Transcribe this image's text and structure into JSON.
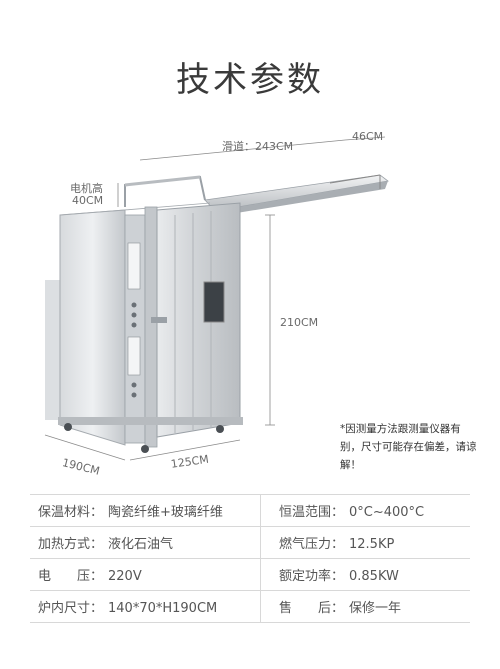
{
  "page": {
    "title": "技术参数"
  },
  "dimensions": {
    "rail": "滑道：243CM",
    "rail_end": "46CM",
    "motor_height_line1": "电机高",
    "motor_height_line2": "40CM",
    "height": "210CM",
    "depth": "190CM",
    "width": "125CM"
  },
  "note": "*因测量方法跟测量仪器有别，尺寸可能存在偏差，请谅解！",
  "specs": [
    {
      "left_label": "保温材料：",
      "left_value": "陶瓷纤维+玻璃纤维",
      "right_label": "恒温范围：",
      "right_value": "0°C~400°C"
    },
    {
      "left_label": "加热方式：",
      "left_value": "液化石油气",
      "right_label": "燃气压力：",
      "right_value": "12.5KP"
    },
    {
      "left_label": "电　　压：",
      "left_value": "220V",
      "right_label": "额定功率：",
      "right_value": "0.85KW"
    },
    {
      "left_label": "炉内尺寸：",
      "left_value": "140*70*H190CM",
      "right_label": "售　　后：",
      "right_value": "保修一年"
    }
  ],
  "colors": {
    "steel_light": "#e6e8ea",
    "steel_mid": "#c9cdd1",
    "steel_dark": "#9aa0a6",
    "line": "#8a8a8a"
  }
}
